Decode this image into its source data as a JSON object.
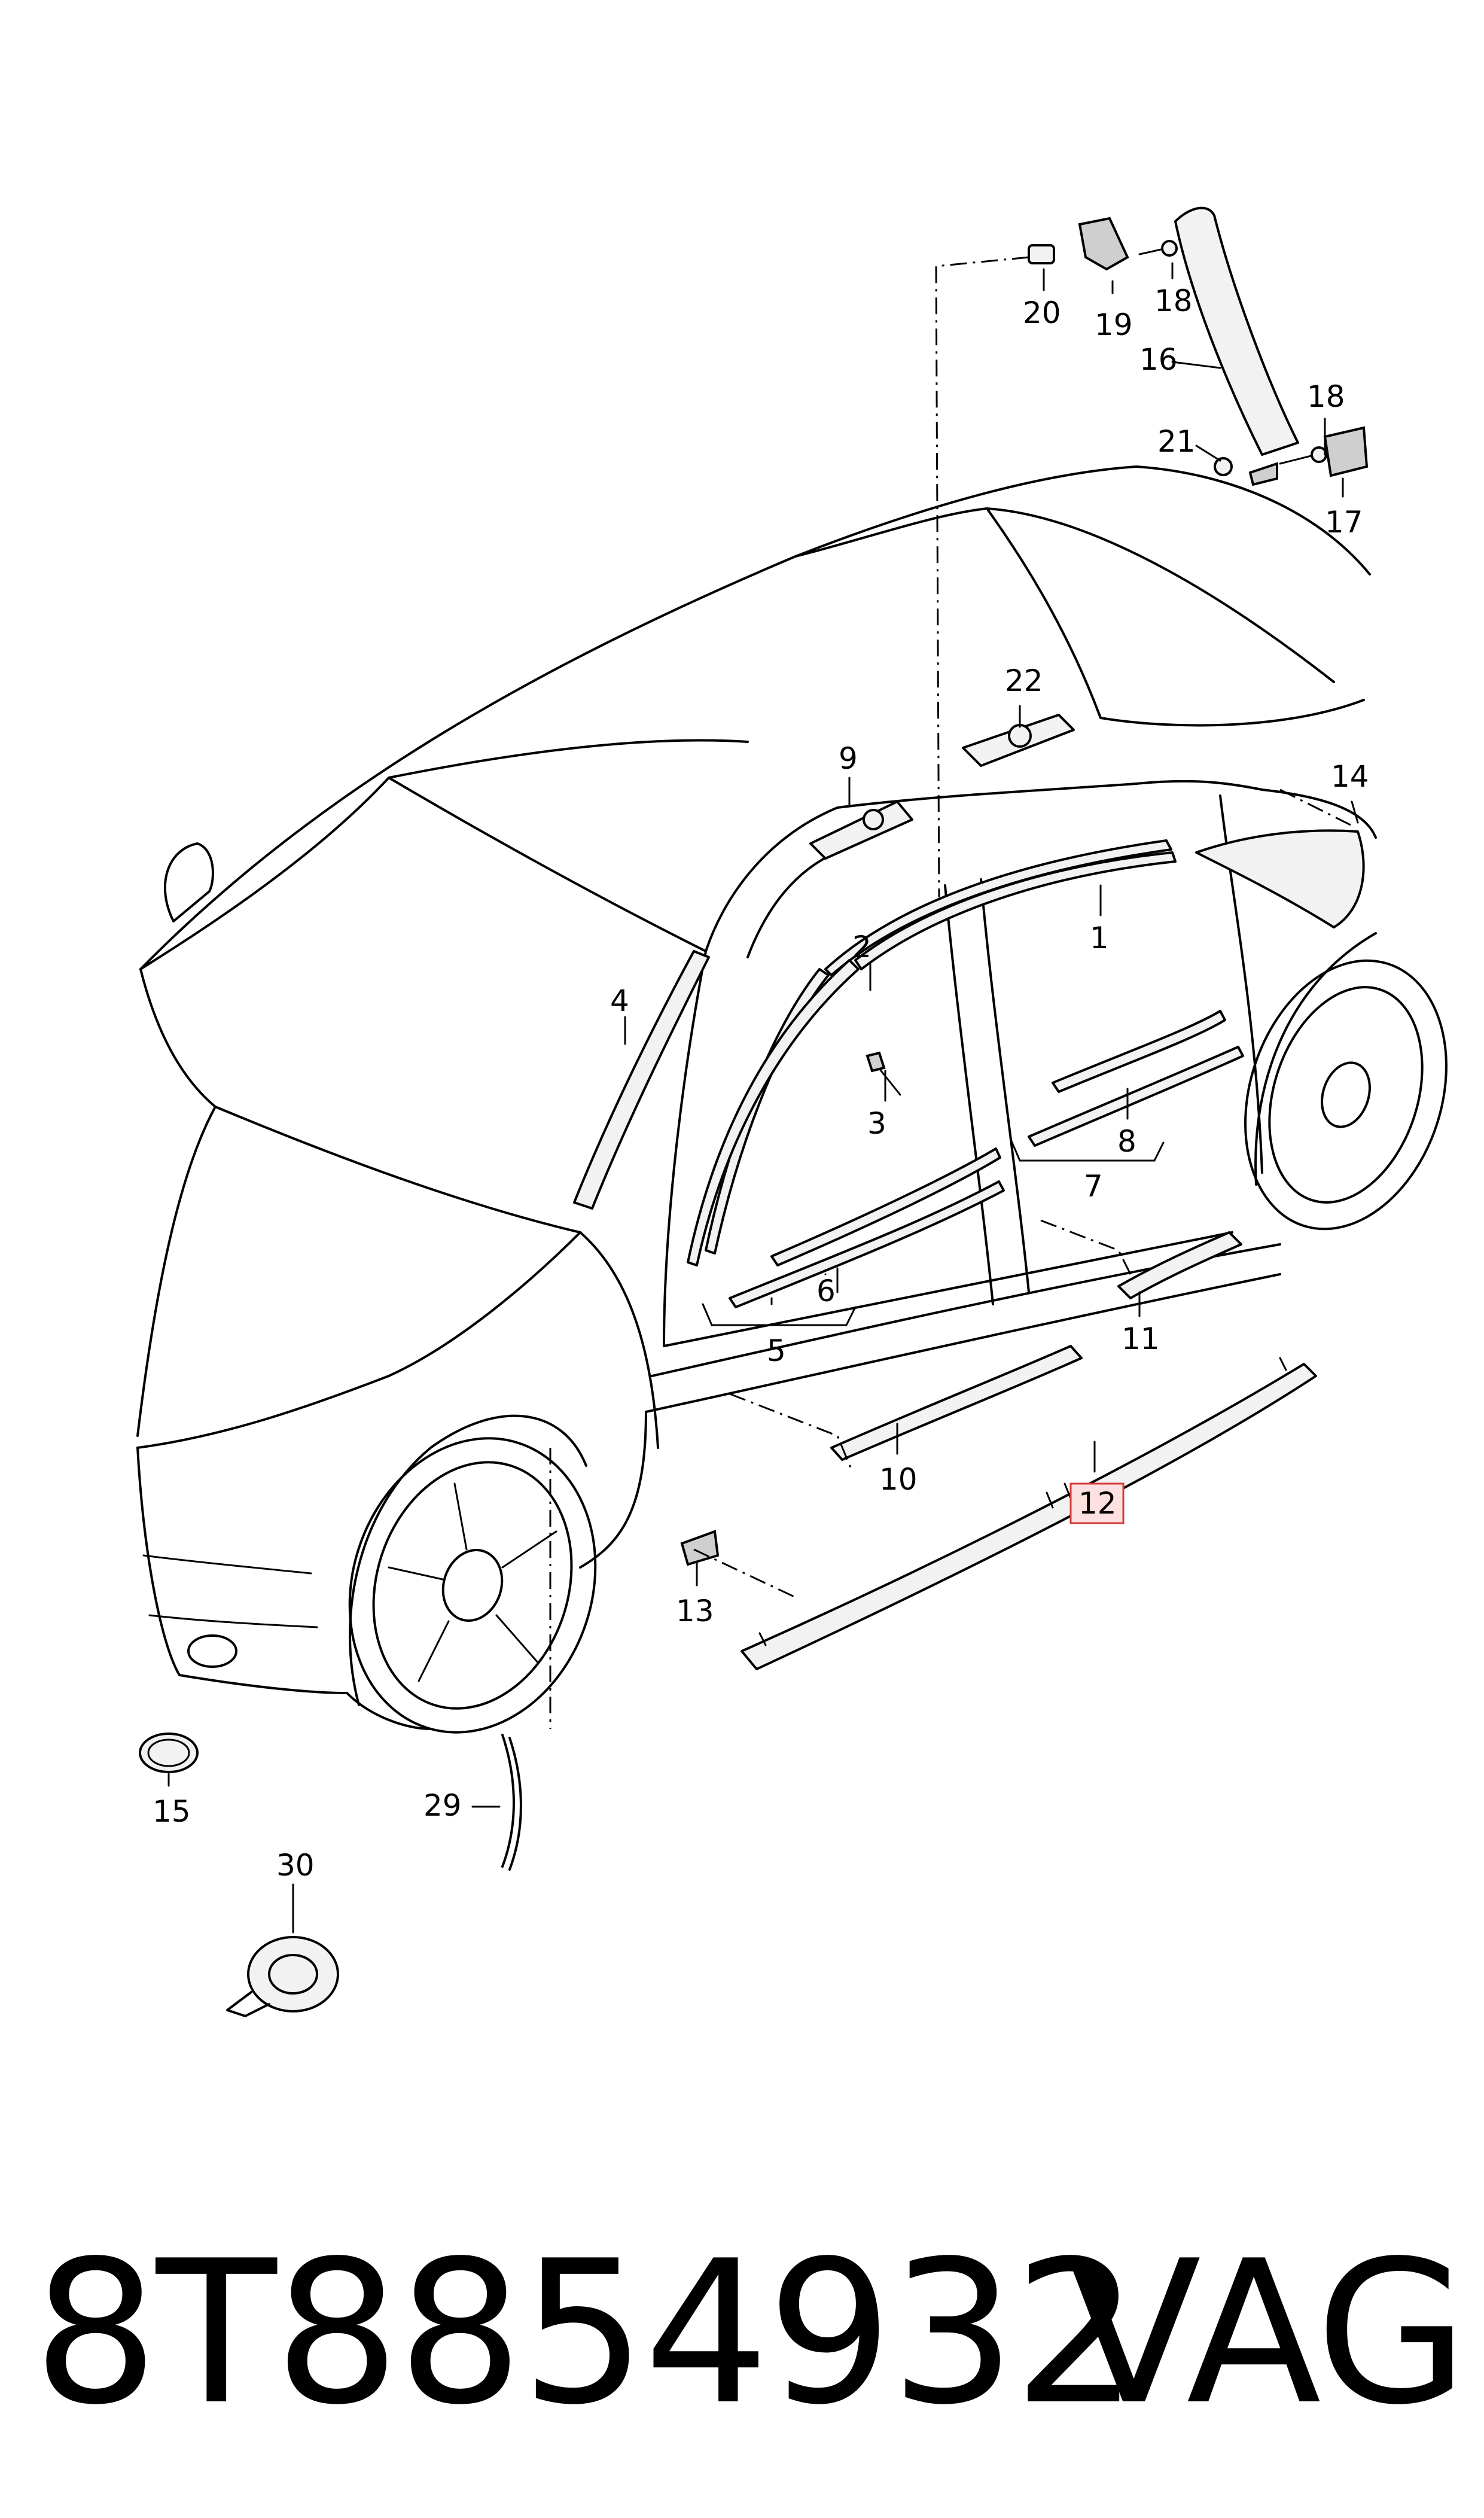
{
  "diagram": {
    "callouts": [
      {
        "id": "1",
        "label": "1"
      },
      {
        "id": "2",
        "label": "2"
      },
      {
        "id": "3",
        "label": "3"
      },
      {
        "id": "4",
        "label": "4"
      },
      {
        "id": "5",
        "label": "5"
      },
      {
        "id": "6",
        "label": "6"
      },
      {
        "id": "7",
        "label": "7"
      },
      {
        "id": "8",
        "label": "8"
      },
      {
        "id": "9",
        "label": "9"
      },
      {
        "id": "10",
        "label": "10"
      },
      {
        "id": "11",
        "label": "11"
      },
      {
        "id": "12",
        "label": "12",
        "highlighted": true
      },
      {
        "id": "13",
        "label": "13"
      },
      {
        "id": "14",
        "label": "14"
      },
      {
        "id": "15",
        "label": "15"
      },
      {
        "id": "16",
        "label": "16"
      },
      {
        "id": "17",
        "label": "17"
      },
      {
        "id": "18a",
        "label": "18"
      },
      {
        "id": "18b",
        "label": "18"
      },
      {
        "id": "19",
        "label": "19"
      },
      {
        "id": "20",
        "label": "20"
      },
      {
        "id": "21",
        "label": "21"
      },
      {
        "id": "22",
        "label": "22"
      },
      {
        "id": "29",
        "label": "29"
      },
      {
        "id": "30",
        "label": "30"
      }
    ],
    "highlight_color": "#d43a3a",
    "highlight_fill": "#fde0e0"
  },
  "footer": {
    "part_number": "8T8854932",
    "brand": "VAG"
  }
}
